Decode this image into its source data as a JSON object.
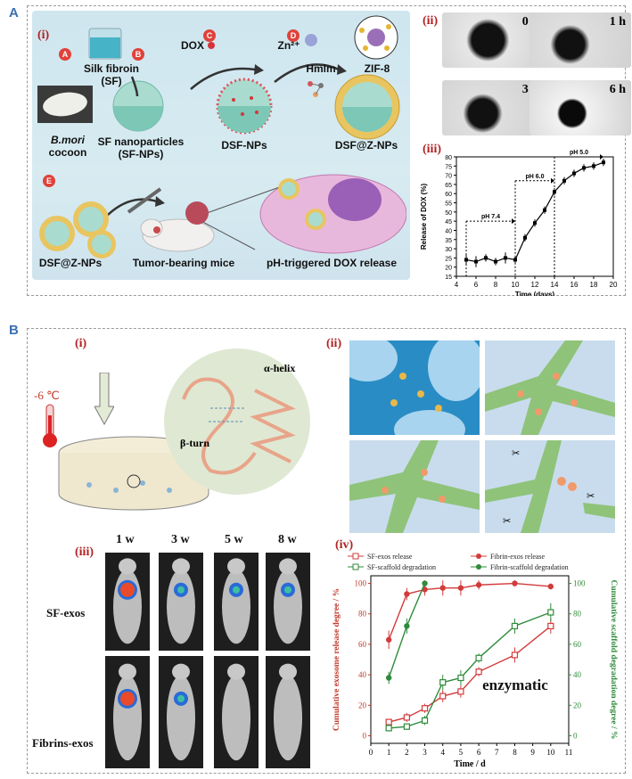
{
  "panelA": {
    "letter": "A",
    "i": {
      "sub_label": "(i)",
      "steps": [
        "A",
        "B",
        "C",
        "D",
        "E"
      ],
      "silk_fibroin": "Silk fibroin",
      "sf": "(SF)",
      "bmori": "B.mori",
      "cocoon": "cocoon",
      "sf_np": "SF nanoparticles",
      "sf_np2": "(SF-NPs)",
      "dox": "DOX",
      "dsf_np": "DSF-NPs",
      "zn": "Zn²⁺",
      "hmim": "Hmlm",
      "zif": "ZIF-8",
      "dsfz": "DSF@Z-NPs",
      "dsfz2": "DSF@Z-NPs",
      "mice": "Tumor-bearing mice",
      "release": "pH-triggered DOX release"
    },
    "ii": {
      "sub_label": "(ii)",
      "times": [
        "0 h",
        "1 h",
        "3 h",
        "6 h"
      ]
    },
    "iii": {
      "sub_label": "(iii)",
      "chart_data": {
        "type": "line",
        "xlabel": "Time (days)",
        "ylabel": "Release of DOX (%)",
        "xlim": [
          4,
          20
        ],
        "ylim": [
          15,
          80
        ],
        "xticks": [
          "4",
          "6",
          "8",
          "10",
          "12",
          "14",
          "16",
          "18",
          "20"
        ],
        "yticks": [
          "15",
          "20",
          "25",
          "30",
          "35",
          "40",
          "45",
          "50",
          "55",
          "60",
          "65",
          "70",
          "75",
          "80"
        ],
        "x": [
          5,
          6,
          7,
          8,
          9,
          10,
          11,
          12,
          13,
          14,
          15,
          16,
          17,
          18,
          19
        ],
        "values": [
          24,
          23,
          25,
          23,
          25,
          24,
          36,
          44,
          51,
          61,
          67,
          71,
          74,
          75,
          77
        ],
        "errors": [
          3,
          3,
          2,
          2,
          3,
          2,
          2,
          2,
          2,
          2,
          2,
          2,
          2,
          2,
          2
        ],
        "annotations": [
          "pH 7.4",
          "pH 6.0",
          "pH 5.0"
        ],
        "color": "#000000"
      }
    }
  },
  "panelB": {
    "letter": "B",
    "i": {
      "sub_label": "(i)",
      "temp": "-6 ℃",
      "helix": "α-helix",
      "turn": "β-turn"
    },
    "ii": {
      "sub_label": "(ii)"
    },
    "iii": {
      "sub_label": "(iii)",
      "weeks": [
        "1 w",
        "3 w",
        "5 w",
        "8 w"
      ],
      "rows": [
        "SF-exos",
        "Fibrins-exos"
      ]
    },
    "iv": {
      "sub_label": "(iv)",
      "chart_data": {
        "type": "line",
        "xlabel": "Time / d",
        "ylabel_left": "Cumulative exosome release degree / %",
        "ylabel_right": "Cumulative scaffold degradation degree / %",
        "xlim": [
          0,
          11
        ],
        "ylim": [
          -5,
          105
        ],
        "xticks": [
          "0",
          "1",
          "2",
          "3",
          "4",
          "5",
          "6",
          "7",
          "8",
          "9",
          "10",
          "11"
        ],
        "yticks": [
          "0",
          "20",
          "40",
          "60",
          "80",
          "100"
        ],
        "annotation": "enzymatic",
        "series": [
          {
            "name": "SF-exos release",
            "color": "#d23b3b",
            "marker": "open-square",
            "x": [
              1,
              2,
              3,
              4,
              5,
              6,
              8,
              10
            ],
            "values": [
              9,
              12,
              18,
              26,
              29,
              42,
              53,
              72
            ],
            "errors": [
              2,
              3,
              3,
              4,
              4,
              3,
              5,
              5
            ]
          },
          {
            "name": "Fibrin-exos release",
            "color": "#d23b3b",
            "marker": "filled-circle",
            "x": [
              1,
              2,
              3,
              4,
              5,
              6,
              8,
              10
            ],
            "values": [
              63,
              93,
              96,
              97,
              97,
              99,
              100,
              98
            ],
            "errors": [
              6,
              4,
              4,
              5,
              5,
              3,
              2,
              2
            ]
          },
          {
            "name": "SF-scaffold degradation",
            "color": "#2e8b3a",
            "marker": "open-square",
            "x": [
              1,
              2,
              3,
              4,
              5,
              6,
              8,
              10
            ],
            "values": [
              5,
              6,
              10,
              35,
              38,
              51,
              72,
              81
            ],
            "errors": [
              2,
              2,
              3,
              5,
              5,
              3,
              5,
              6
            ]
          },
          {
            "name": "Fibrin-scaffold degradation",
            "color": "#2e8b3a",
            "marker": "filled-circle",
            "x": [
              1,
              2,
              3
            ],
            "values": [
              38,
              72,
              100
            ],
            "errors": [
              4,
              5,
              2
            ]
          }
        ]
      }
    }
  }
}
